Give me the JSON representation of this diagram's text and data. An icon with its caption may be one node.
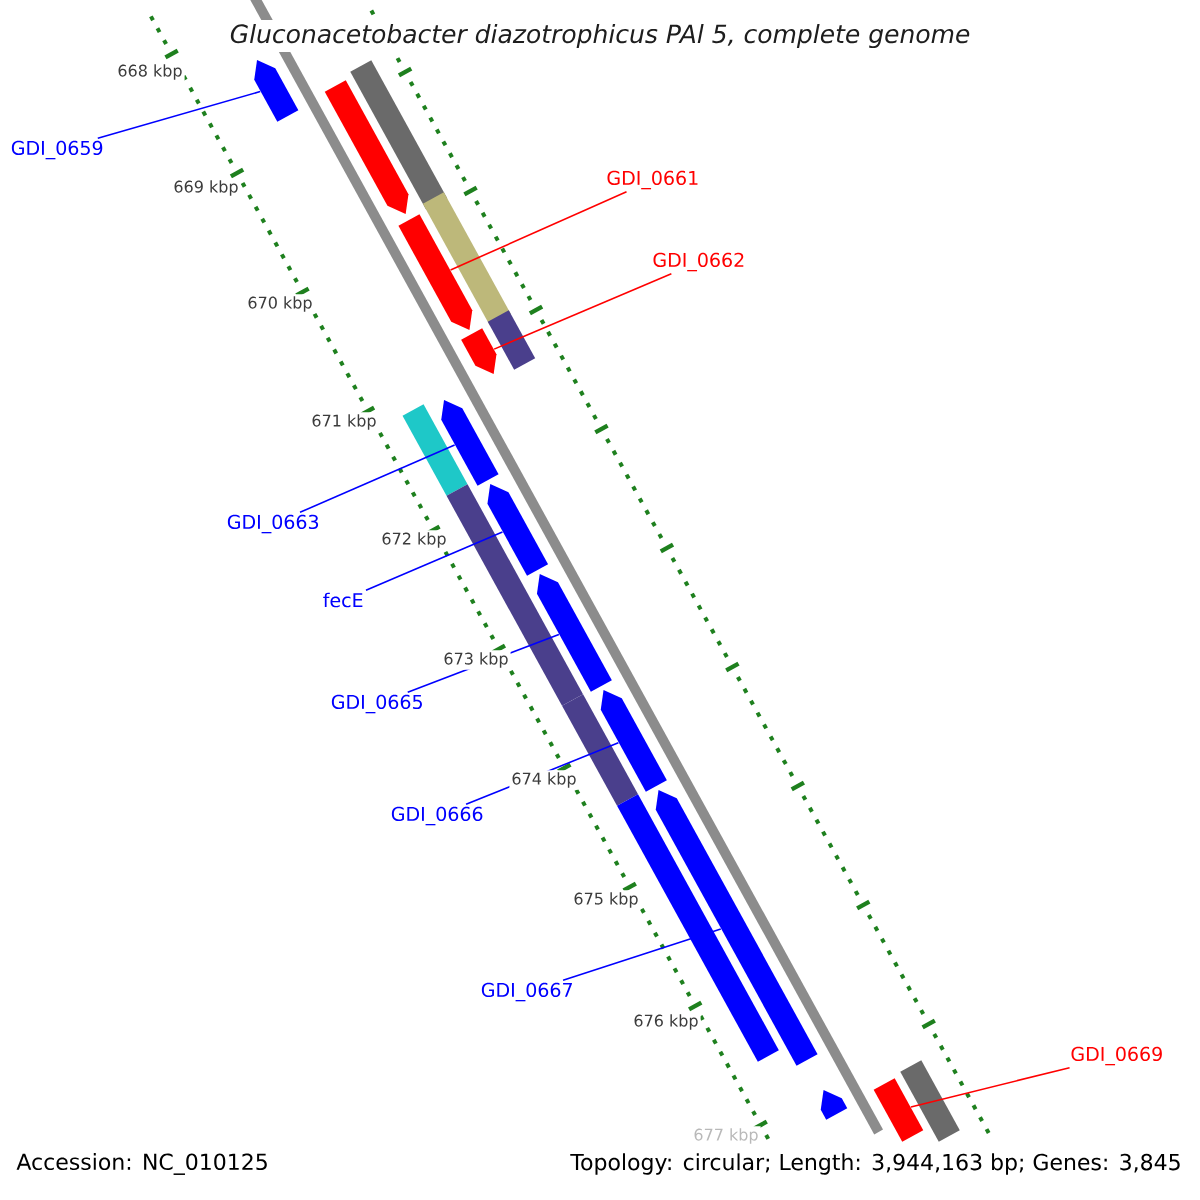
{
  "diagram": {
    "title": "Gluconacetobacter diazotrophicus PAl 5, complete genome",
    "nodes": [
      {
        "text": [
          "GDI_0659"
        ]
      },
      {
        "text": [],
        "shape": "bar"
      },
      {
        "text": [
          "GDI_0661"
        ]
      },
      {
        "text": [],
        "shape": "bar"
      },
      {
        "text": [
          "GDI_0662"
        ]
      },
      {
        "text": [],
        "shape": "bar"
      },
      {
        "text": [
          "GDI_0663"
        ]
      },
      {
        "text": [],
        "shape": "bar"
      },
      {
        "text": [
          "fecE"
        ]
      },
      {
        "text": [],
        "shape": "bar"
      },
      {
        "text": [
          "GDI_0665"
        ]
      },
      {
        "text": [],
        "shape": "bar"
      },
      {
        "text": [
          "GDI_0666"
        ]
      },
      {
        "text": [],
        "shape": "bar"
      },
      {
        "text": [
          "GDI_0667"
        ]
      },
      {
        "text": [],
        "shape": "bar"
      },
      {
        "text": [
          "GDI_0669"
        ]
      },
      {
        "text": [],
        "shape": "bar"
      },
      {
        "text": [],
        "shape": "bar"
      },
      {
        "text": [],
        "shape": "bar"
      },
      {
        "text": [],
        "shape": "bar"
      },
      {
        "text": [],
        "shape": "bar"
      },
      {
        "text": [],
        "shape": "bar"
      },
      {
        "text": [],
        "shape": "bar"
      },
      {
        "text": [],
        "shape": "bar"
      },
      {
        "text": [],
        "shape": "bar"
      },
      {
        "text": [],
        "shape": "bar"
      },
      {
        "text": [],
        "shape": "bar"
      }
    ],
    "edges": [
      {
        "from": 0,
        "to": 1,
        "arrow": "none"
      },
      {
        "from": 2,
        "to": 3,
        "arrow": "none",
        "color": "#ff0000"
      },
      {
        "from": 4,
        "to": 5,
        "arrow": "none",
        "color": "#ff0000"
      },
      {
        "from": 6,
        "to": 7,
        "arrow": "none"
      },
      {
        "from": 8,
        "to": 9,
        "arrow": "none"
      },
      {
        "from": 10,
        "to": 11,
        "arrow": "none"
      },
      {
        "from": 12,
        "to": 13,
        "arrow": "none"
      },
      {
        "from": 14,
        "to": 15,
        "arrow": "none"
      },
      {
        "from": 16,
        "to": 17,
        "arrow": "none",
        "color": "#ff0000"
      }
    ],
    "labels": [
      "668 kbp",
      "669 kbp",
      "670 kbp",
      "671 kbp",
      "672 kbp",
      "673 kbp",
      "674 kbp",
      "675 kbp",
      "676 kbp",
      "677 kbp",
      "Accession: NC_010125",
      "Topology: circular; Length: 3,944,163 bp; Genes: 3,845"
    ]
  }
}
